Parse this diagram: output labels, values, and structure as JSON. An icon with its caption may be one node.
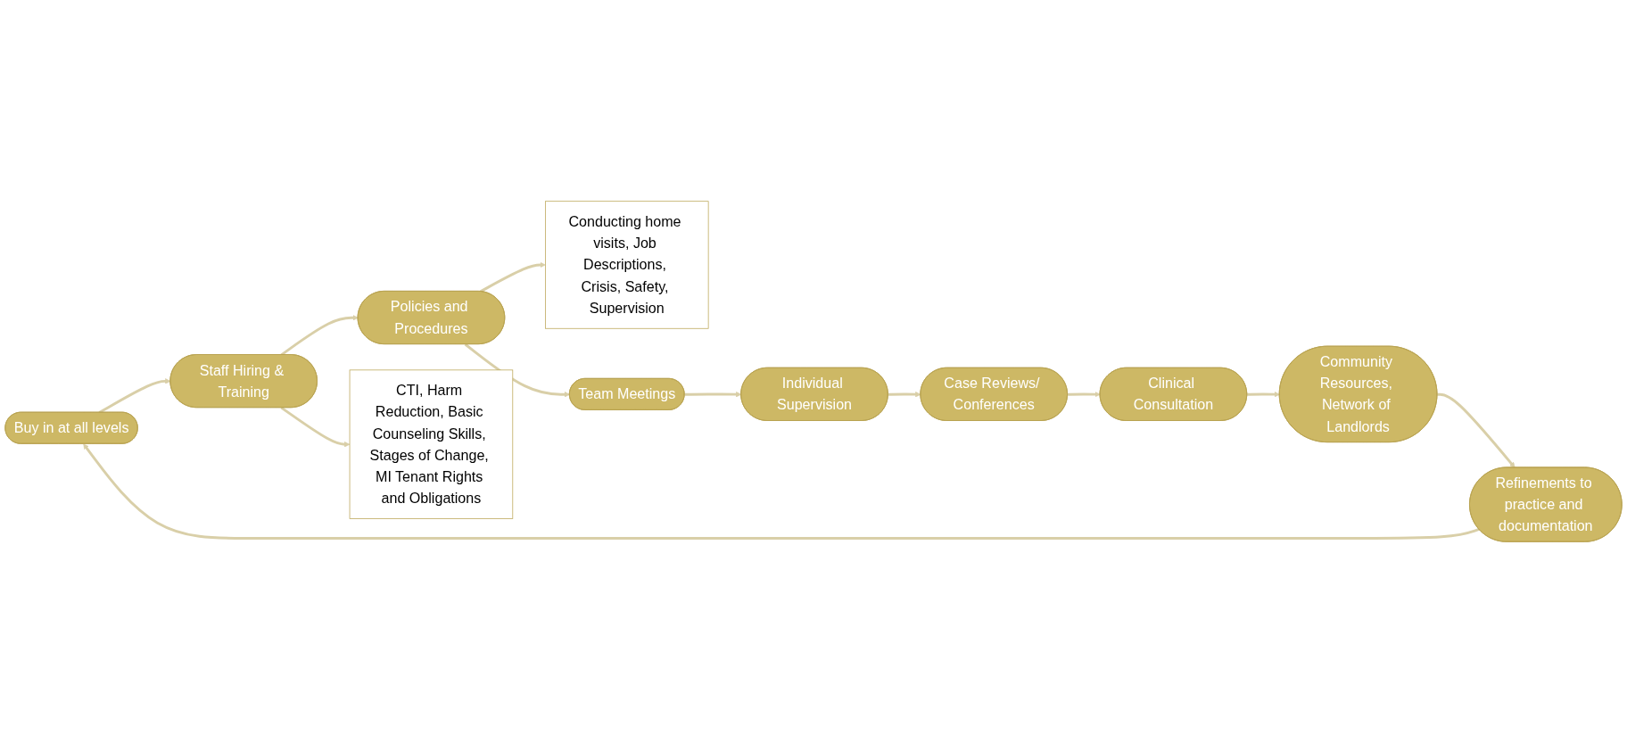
{
  "diagram": {
    "nodes": [
      {
        "text": [
          "Buy in at all levels"
        ]
      },
      {
        "text": [
          "Staff Hiring & Training"
        ]
      },
      {
        "text": [
          "Policies and Procedures"
        ]
      },
      {
        "text": [
          "Conducting home visits, Job Descriptions, Crisis, Safety, Supervision"
        ]
      },
      {
        "text": [
          "Team Meetings"
        ]
      },
      {
        "text": [
          "Individual Supervision"
        ]
      },
      {
        "text": [
          "Case Reviews/ Conferences"
        ]
      },
      {
        "text": [
          "Clinical Consultation"
        ]
      },
      {
        "text": [
          "Community Resources, Network of Landlords"
        ]
      },
      {
        "text": [
          "Refinements to practice and documentation"
        ]
      },
      {
        "text": [
          "CTI, Harm Reduction, Basic Counseling Skills, Stages of Change, MI Tenant Rights and Obligations"
        ]
      }
    ],
    "edges": [
      {
        "from": 0,
        "to": 1,
        "arrow": "to"
      },
      {
        "from": 1,
        "to": 2,
        "arrow": "to"
      },
      {
        "from": 1,
        "to": 10,
        "arrow": "to"
      },
      {
        "from": 2,
        "to": 3,
        "arrow": "to"
      },
      {
        "from": 2,
        "to": 4,
        "arrow": "to"
      },
      {
        "from": 4,
        "to": 5,
        "arrow": "to"
      },
      {
        "from": 5,
        "to": 6,
        "arrow": "to"
      },
      {
        "from": 6,
        "to": 7,
        "arrow": "to"
      },
      {
        "from": 7,
        "to": 8,
        "arrow": "to"
      },
      {
        "from": 8,
        "to": 9,
        "arrow": "to"
      },
      {
        "from": 9,
        "to": 0,
        "arrow": "to"
      }
    ]
  }
}
